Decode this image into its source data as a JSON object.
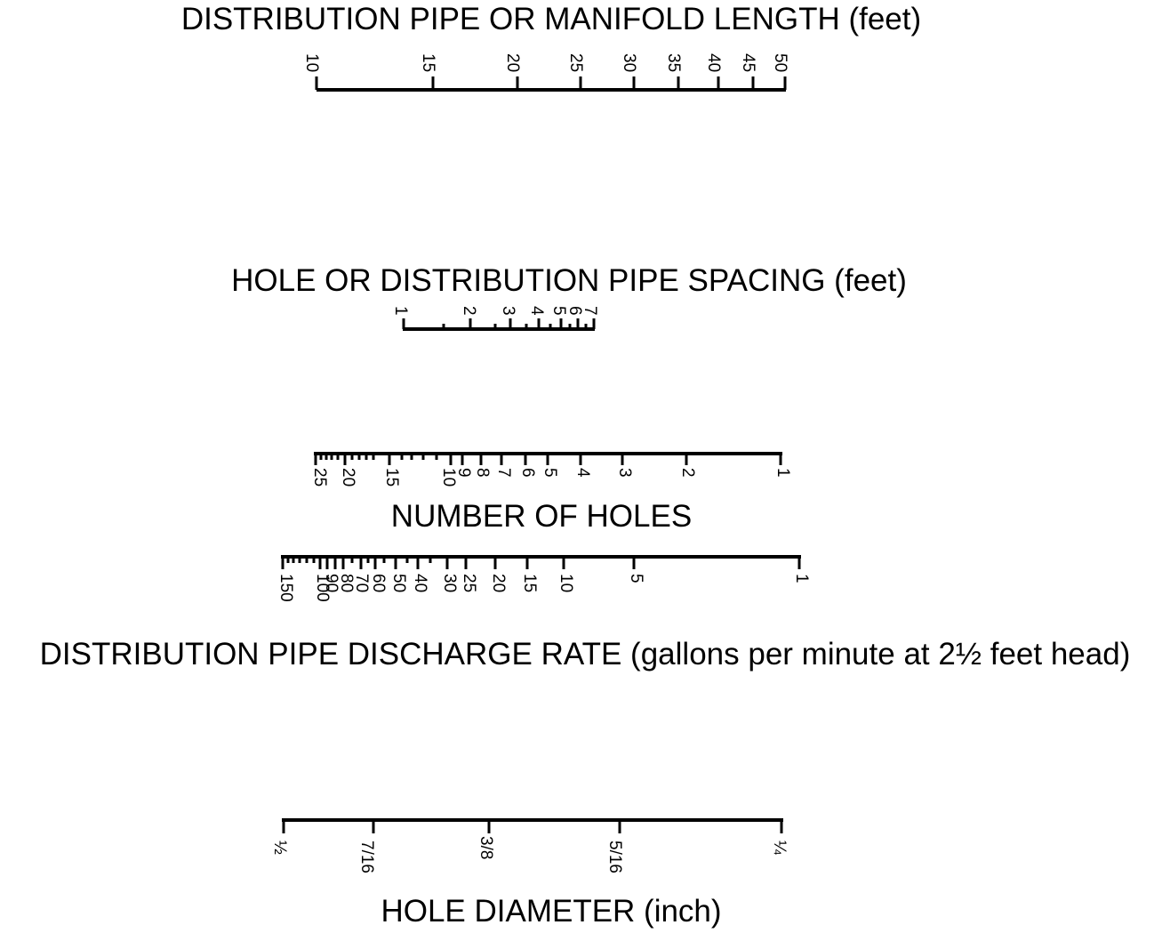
{
  "colors": {
    "ink": "#000000",
    "background": "#ffffff"
  },
  "scales": {
    "manifold_length": {
      "title": "DISTRIBUTION PIPE OR MANIFOLD LENGTH (feet)",
      "labels": [
        "10",
        "15",
        "20",
        "25",
        "30",
        "35",
        "40",
        "45",
        "50"
      ]
    },
    "pipe_spacing": {
      "title": "HOLE OR DISTRIBUTION PIPE SPACING (feet)",
      "labels": [
        "1",
        "2",
        "3",
        "4",
        "5",
        "6",
        "7"
      ]
    },
    "number_of_holes": {
      "title": "NUMBER OF HOLES",
      "labels": [
        "25",
        "20",
        "15",
        "10",
        "9",
        "8",
        "7",
        "6",
        "5",
        "4",
        "3",
        "2",
        "1"
      ]
    },
    "discharge_rate": {
      "title": "DISTRIBUTION PIPE DISCHARGE RATE (gallons per minute at 2½ feet head)",
      "labels": [
        "150",
        "100",
        "90",
        "80",
        "70",
        "60",
        "50",
        "40",
        "30",
        "25",
        "20",
        "15",
        "10",
        "5",
        "1"
      ]
    },
    "hole_diameter": {
      "title": "HOLE DIAMETER (inch)",
      "labels": [
        "½",
        "7/16",
        "3/8",
        "5/16",
        "¼"
      ]
    }
  }
}
